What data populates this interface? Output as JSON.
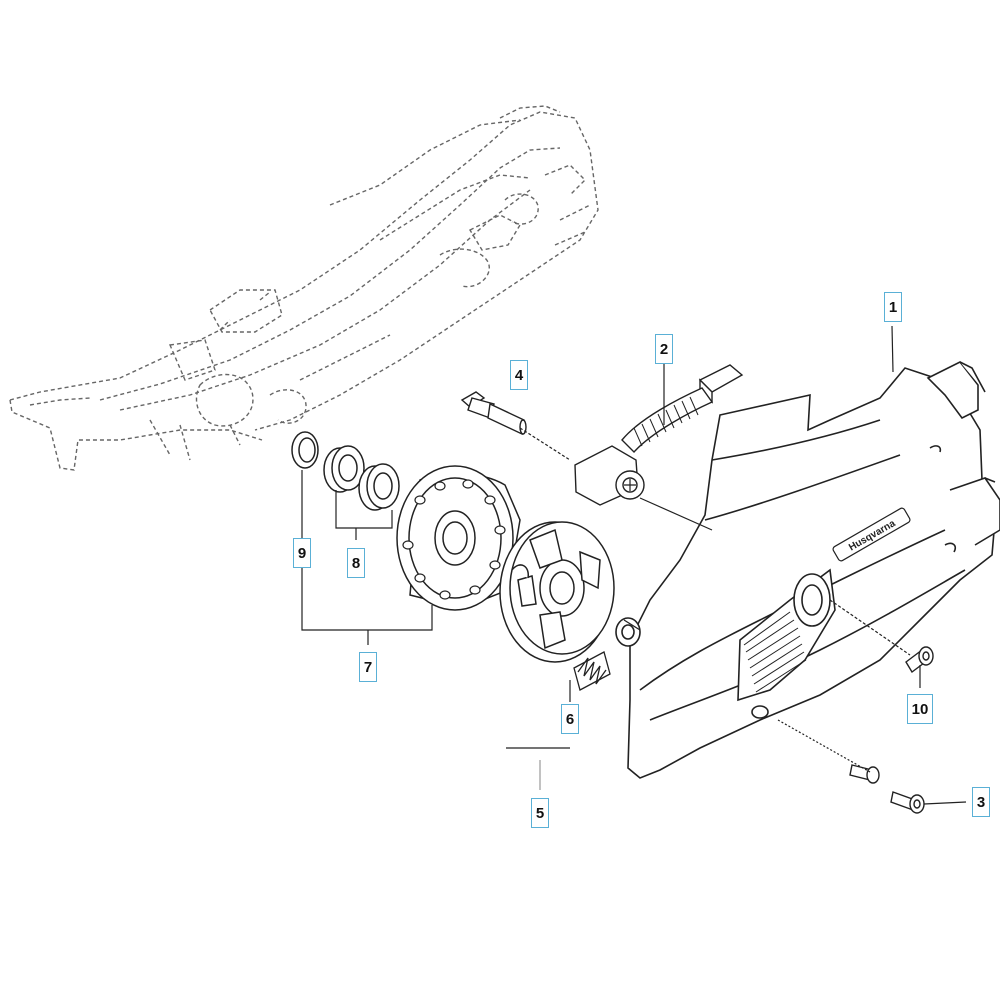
{
  "diagram": {
    "line_color": "#222222",
    "dashed_color": "#555555",
    "callout_border_color": "#5ab0d6",
    "brand_mark": "Husqvarna",
    "callouts": [
      {
        "id": "1",
        "label": "1"
      },
      {
        "id": "2",
        "label": "2"
      },
      {
        "id": "3",
        "label": "3"
      },
      {
        "id": "4",
        "label": "4"
      },
      {
        "id": "5",
        "label": "5"
      },
      {
        "id": "6",
        "label": "6"
      },
      {
        "id": "7",
        "label": "7"
      },
      {
        "id": "8",
        "label": "8"
      },
      {
        "id": "9",
        "label": "9"
      },
      {
        "id": "10",
        "label": "10"
      }
    ]
  }
}
